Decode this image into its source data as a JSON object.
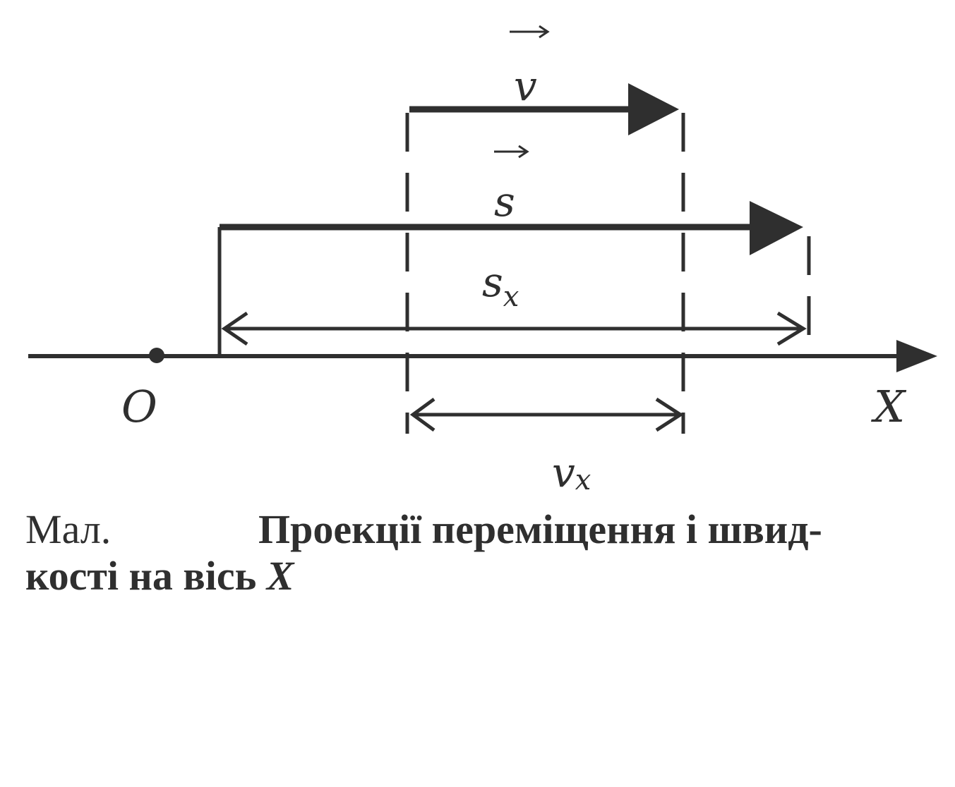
{
  "labels": {
    "v_vec": "v",
    "s_vec": "s",
    "s_x_main": "s",
    "s_x_sub": "x",
    "v_x_main": "v",
    "v_x_sub": "x",
    "origin": "O",
    "axis": "X"
  },
  "caption": {
    "prefix": "Мал.",
    "text_line1": "Проекції переміщення і швид-",
    "text_line2": "кості на вісь ",
    "axis": "X"
  }
}
